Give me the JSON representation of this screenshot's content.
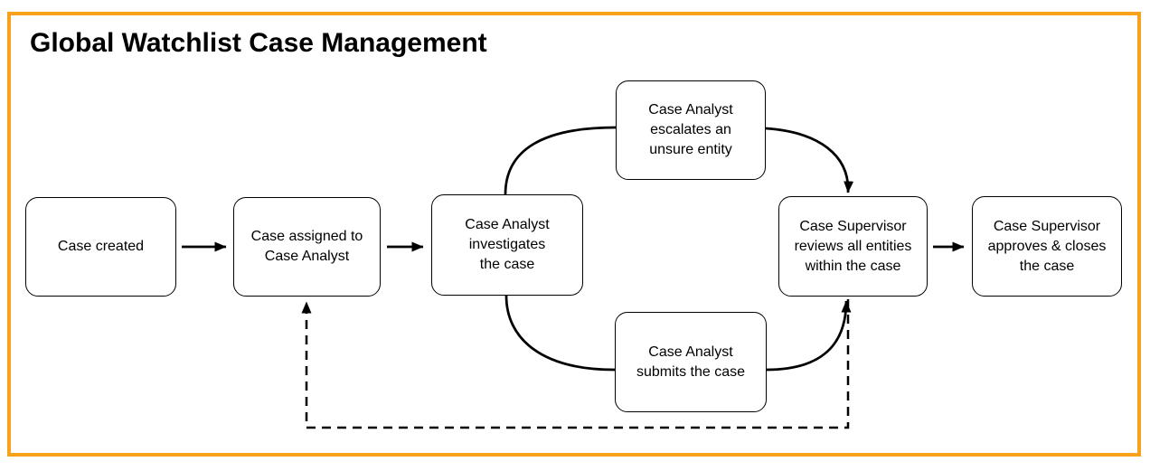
{
  "title": "Global Watchlist Case Management",
  "colors": {
    "bg": "#FFFFFF",
    "frame_border": "#F9A11B",
    "line": "#000000",
    "node_fill": "#FFFFFF",
    "node_border": "#000000",
    "text": "#000000"
  },
  "diagram": {
    "type": "flowchart",
    "nodes": [
      {
        "id": "case-created",
        "label": "Case created"
      },
      {
        "id": "case-assigned",
        "label": "Case assigned to\nCase Analyst"
      },
      {
        "id": "analyst-investigates",
        "label": "Case Analyst\ninvestigates\nthe case"
      },
      {
        "id": "analyst-escalates",
        "label": "Case Analyst\nescalates an\nunsure entity"
      },
      {
        "id": "analyst-submits",
        "label": "Case Analyst\nsubmits the case"
      },
      {
        "id": "supervisor-reviews",
        "label": "Case Supervisor\nreviews all entities\nwithin the case"
      },
      {
        "id": "supervisor-approves",
        "label": "Case Supervisor\napproves & closes\nthe case"
      }
    ],
    "edges": [
      {
        "from": "case-created",
        "to": "case-assigned",
        "style": "solid",
        "arrowhead": true
      },
      {
        "from": "case-assigned",
        "to": "analyst-investigates",
        "style": "solid",
        "arrowhead": true
      },
      {
        "from": "analyst-investigates",
        "to": "analyst-escalates",
        "style": "solid",
        "arrowhead": false
      },
      {
        "from": "analyst-investigates",
        "to": "analyst-submits",
        "style": "solid",
        "arrowhead": false
      },
      {
        "from": "analyst-escalates",
        "to": "supervisor-reviews",
        "style": "solid",
        "arrowhead": true
      },
      {
        "from": "analyst-submits",
        "to": "supervisor-reviews",
        "style": "solid",
        "arrowhead": true
      },
      {
        "from": "supervisor-reviews",
        "to": "supervisor-approves",
        "style": "solid",
        "arrowhead": true
      },
      {
        "from": "supervisor-reviews",
        "to": "case-assigned",
        "style": "dashed",
        "arrowhead": true
      }
    ]
  }
}
